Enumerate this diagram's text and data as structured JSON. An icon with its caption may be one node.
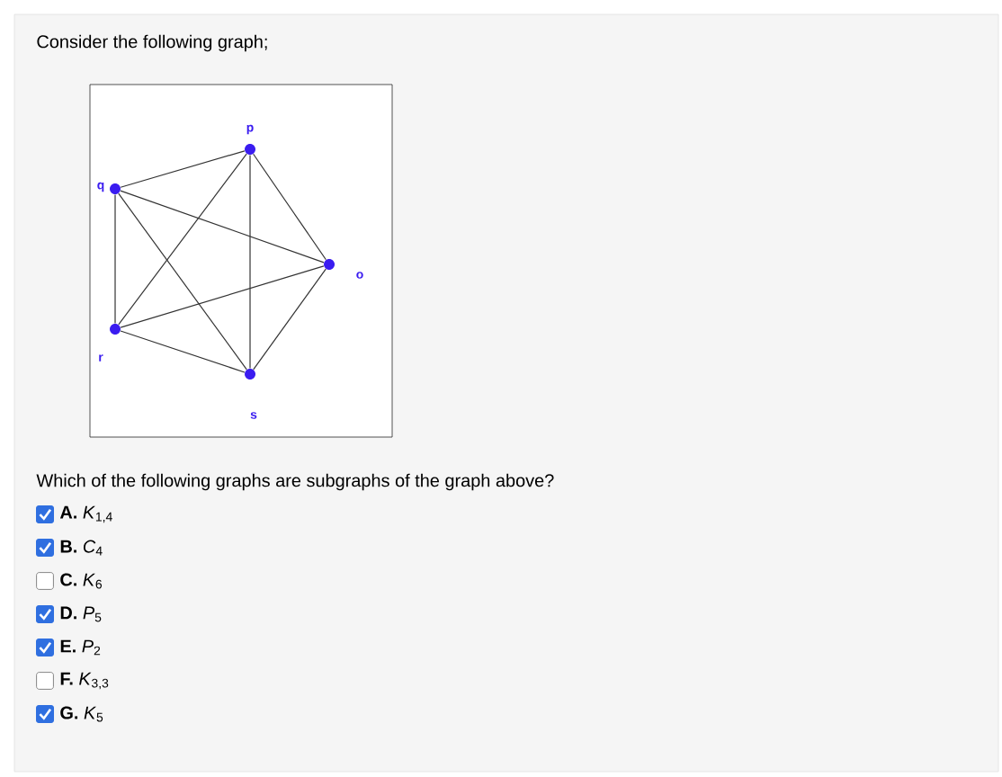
{
  "diagram": {
    "title": "Consider the following graph;",
    "nodes": [
      {
        "text": [],
        "shape": "circle",
        "beside": [
          "p"
        ]
      },
      {
        "text": [],
        "shape": "circle",
        "beside": [
          "q"
        ]
      },
      {
        "text": [],
        "shape": "circle",
        "beside": [
          "o"
        ]
      },
      {
        "text": [],
        "shape": "circle",
        "beside": [
          "r"
        ]
      },
      {
        "text": [],
        "shape": "circle",
        "beside": [
          "s"
        ]
      }
    ],
    "edges": [
      {
        "from": 0,
        "to": 1,
        "arrow": "none"
      },
      {
        "from": 0,
        "to": 2,
        "arrow": "none"
      },
      {
        "from": 0,
        "to": 3,
        "arrow": "none"
      },
      {
        "from": 0,
        "to": 4,
        "arrow": "none"
      },
      {
        "from": 1,
        "to": 2,
        "arrow": "none"
      },
      {
        "from": 1,
        "to": 3,
        "arrow": "none"
      },
      {
        "from": 1,
        "to": 4,
        "arrow": "none"
      },
      {
        "from": 2,
        "to": 3,
        "arrow": "none"
      },
      {
        "from": 2,
        "to": 4,
        "arrow": "none"
      },
      {
        "from": 3,
        "to": 4,
        "arrow": "none"
      }
    ],
    "labels": [
      "Which of the following graphs are subgraphs of the graph above?",
      "**A.** *K*$_{1,4}$",
      "**B.** *C*$_{4}$",
      "**C.** *K*$_{6}$",
      "**D.** *P*$_{5}$",
      "**E.** *P*$_{2}$",
      "**F.** *K*$_{3,3}$",
      "**G.** *K*$_{5}$"
    ]
  }
}
